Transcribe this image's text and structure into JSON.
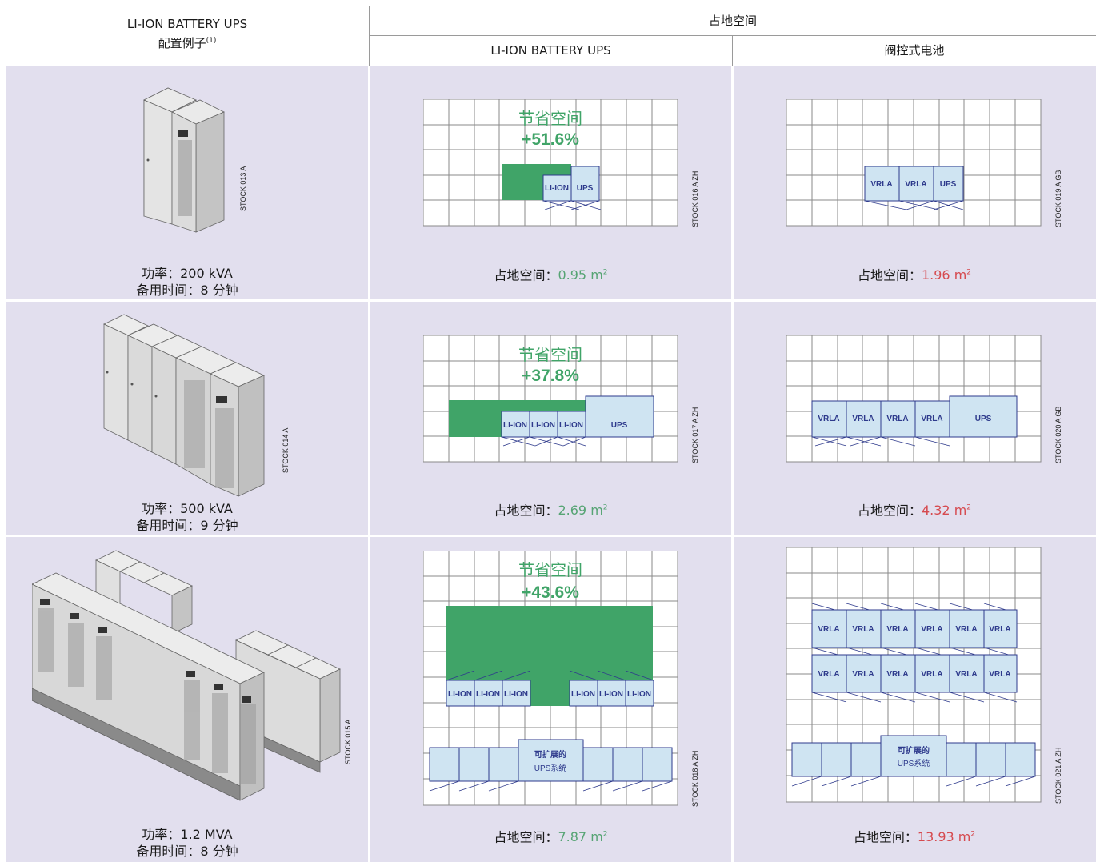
{
  "header": {
    "col1_title": "LI-ION BATTERY UPS",
    "col1_subtitle": "配置例子",
    "col1_footnote": "(1)",
    "span_title": "占地空间",
    "col2_title": "LI-ION BATTERY UPS",
    "col3_title": "阀控式电池"
  },
  "labels": {
    "savings": "节省空间",
    "area_prefix": "占地空间：",
    "unit": "m",
    "unit_sup": "2",
    "li_ion": "LI-ION",
    "ups": "UPS",
    "vrla": "VRLA",
    "scalable_line1": "可扩展的",
    "scalable_line2": "UPS系统"
  },
  "colors": {
    "row_bg": "#e2dfee",
    "green_fill": "#40a468",
    "module_fill": "#cfe4f2",
    "module_stroke": "#2e3a8c",
    "green_text": "#56a474",
    "red_text": "#d64a4f"
  },
  "rows": [
    {
      "power": "功率：200 kVA",
      "backup": "备用时间：8 分钟",
      "stock_img": "STOCK 013 A",
      "stock_li": "STOCK 016 A ZH",
      "stock_vrla": "STOCK 019 A GB",
      "savings_pct": "+51.6%",
      "area_li": "0.95",
      "area_vrla": "1.96"
    },
    {
      "power": "功率：500 kVA",
      "backup": "备用时间：9 分钟",
      "stock_img": "STOCK 014 A",
      "stock_li": "STOCK 017 A ZH",
      "stock_vrla": "STOCK 020 A GB",
      "savings_pct": "+37.8%",
      "area_li": "2.69",
      "area_vrla": "4.32"
    },
    {
      "power": "功率：1.2 MVA",
      "backup": "备用时间：8 分钟",
      "stock_img": "STOCK 015 A",
      "stock_li": "STOCK 018 A ZH",
      "stock_vrla": "STOCK 021 A ZH",
      "savings_pct": "+43.6%",
      "area_li": "7.87",
      "area_vrla": "13.93"
    }
  ]
}
